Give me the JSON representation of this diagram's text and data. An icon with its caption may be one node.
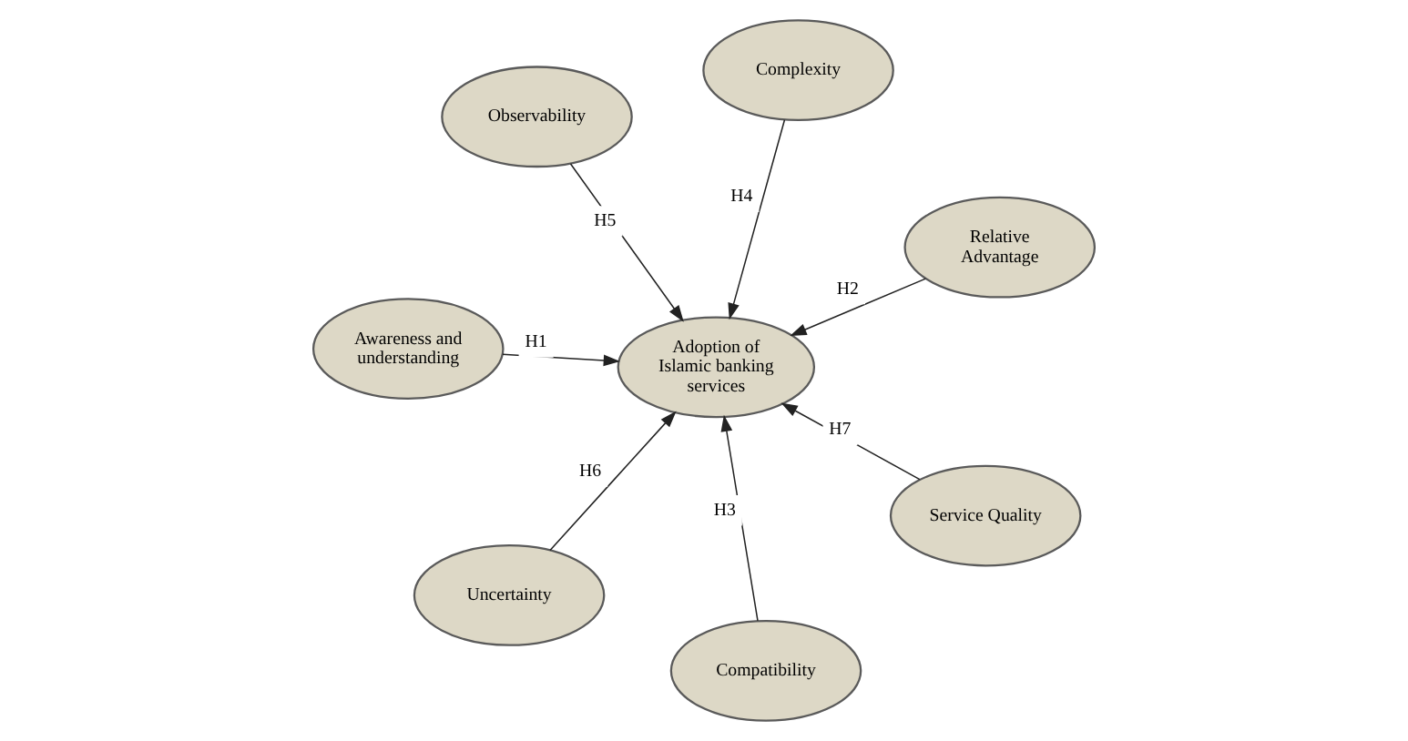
{
  "diagram": {
    "nodes": [
      {
        "text": [
          "Awareness and understanding"
        ]
      },
      {
        "text": [
          "Relative Advantage"
        ]
      },
      {
        "text": [
          "Compatibility"
        ]
      },
      {
        "text": [
          "Complexity"
        ]
      },
      {
        "text": [
          "Adoption of Islamic banking services"
        ]
      },
      {
        "text": [
          "Observability"
        ]
      },
      {
        "text": [
          "Uncertainty"
        ]
      },
      {
        "text": [
          "Service Quality"
        ]
      }
    ],
    "edges": [
      {
        "from": 0,
        "to": 4,
        "arrow": "to",
        "label": "H1"
      },
      {
        "from": 1,
        "to": 4,
        "arrow": "to",
        "label": "H2"
      },
      {
        "from": 2,
        "to": 4,
        "arrow": "to",
        "label": "H3"
      },
      {
        "from": 3,
        "to": 4,
        "arrow": "to",
        "label": "H4"
      },
      {
        "from": 5,
        "to": 4,
        "arrow": "to",
        "label": "H5"
      },
      {
        "from": 6,
        "to": 4,
        "arrow": "to",
        "label": "H6"
      },
      {
        "from": 7,
        "to": 4,
        "arrow": "to",
        "label": "H7"
      }
    ]
  }
}
